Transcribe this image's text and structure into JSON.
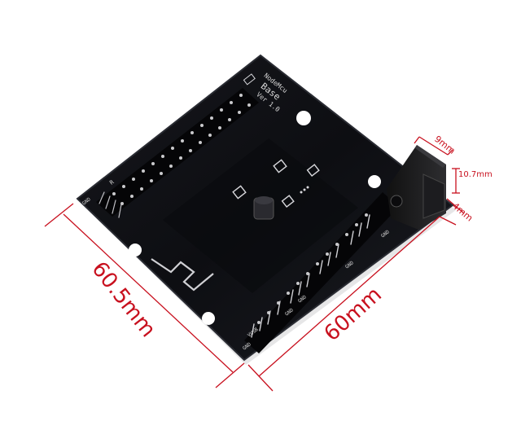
{
  "product": {
    "name": "NodeMCU Base board",
    "silkscreen": {
      "title_line1": "NodeMcu",
      "title_line2": "Base",
      "version": "Ver 1.0",
      "labels": [
        "GND",
        "R",
        "VUSB",
        "GND",
        "GND",
        "GND",
        "GND",
        "GND"
      ]
    }
  },
  "dimensions": {
    "width_label": "60.5mm",
    "length_label": "60mm",
    "jack_depth_label": "9mm",
    "jack_height_label": "10.7mm",
    "jack_offset_label": "4mm"
  },
  "colors": {
    "board": "#111217",
    "board_edge": "#2a2c33",
    "silkscreen": "#d9d9d9",
    "dimension_line": "#c8101e",
    "background": "#ffffff"
  }
}
